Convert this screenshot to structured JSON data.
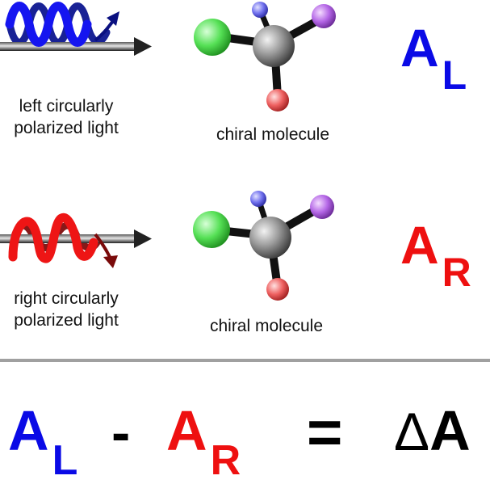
{
  "rows": [
    {
      "light_label_line1": "left circularly",
      "light_label_line2": "polarized light",
      "molecule_label": "chiral molecule",
      "symbol_main": "A",
      "symbol_sub": "L",
      "wave_color": "#1010ee",
      "symbol_color": "#0a0ae6"
    },
    {
      "light_label_line1": "right circularly",
      "light_label_line2": "polarized light",
      "molecule_label": "chiral molecule",
      "symbol_main": "A",
      "symbol_sub": "R",
      "wave_color": "#ee1010",
      "symbol_color": "#ee1010"
    }
  ],
  "equation": {
    "term1_main": "A",
    "term1_sub": "L",
    "minus": "-",
    "term2_main": "A",
    "term2_sub": "R",
    "equals": "=",
    "delta": "Δ",
    "result": "A"
  },
  "colors": {
    "blue": "#0a0ae6",
    "red": "#ee1010",
    "black": "#000000",
    "divider": "#a0a0a0",
    "atom_green": "#6ee86e",
    "atom_purple": "#b36ee0",
    "atom_blue": "#7d7dee",
    "atom_red": "#ee6e6e",
    "atom_gray": "#8a8a8a"
  }
}
